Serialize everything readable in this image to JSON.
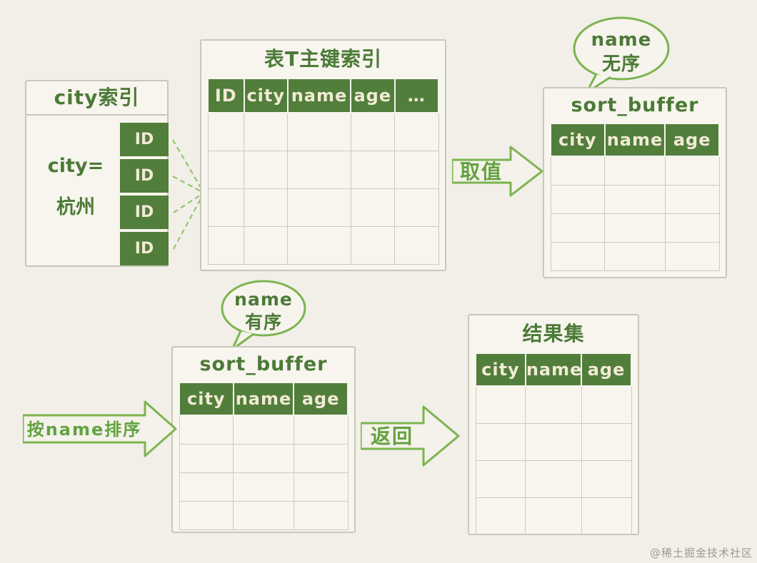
{
  "colors": {
    "background": "#f1efe8",
    "box_fill": "#f7f5ee",
    "header_green": "#527e3b",
    "accent_green": "#7cb450",
    "title_green": "#4c7a37",
    "border_gray": "#c8c8b9"
  },
  "city_index": {
    "title": "city索引",
    "condition_line1": "city=",
    "condition_line2": "杭州",
    "id_cells": [
      "ID",
      "ID",
      "ID",
      "ID"
    ]
  },
  "primary_index": {
    "title": "表T主键索引",
    "columns": [
      "ID",
      "city",
      "name",
      "age",
      "…"
    ],
    "rows": 4
  },
  "fetch_arrow": {
    "label": "取值"
  },
  "sort_arrow": {
    "label": "按name排序"
  },
  "return_arrow": {
    "label": "返回"
  },
  "bubble_unordered": {
    "line1": "name",
    "line2": "无序"
  },
  "bubble_ordered": {
    "line1": "name",
    "line2": "有序"
  },
  "sort_buffer_top": {
    "title": "sort_buffer",
    "columns": [
      "city",
      "name",
      "age"
    ],
    "rows": 4
  },
  "sort_buffer_bottom": {
    "title": "sort_buffer",
    "columns": [
      "city",
      "name",
      "age"
    ],
    "rows": 4
  },
  "result_set": {
    "title": "结果集",
    "columns": [
      "city",
      "name",
      "age"
    ],
    "rows": 4
  },
  "watermark": "@稀土掘金技术社区"
}
